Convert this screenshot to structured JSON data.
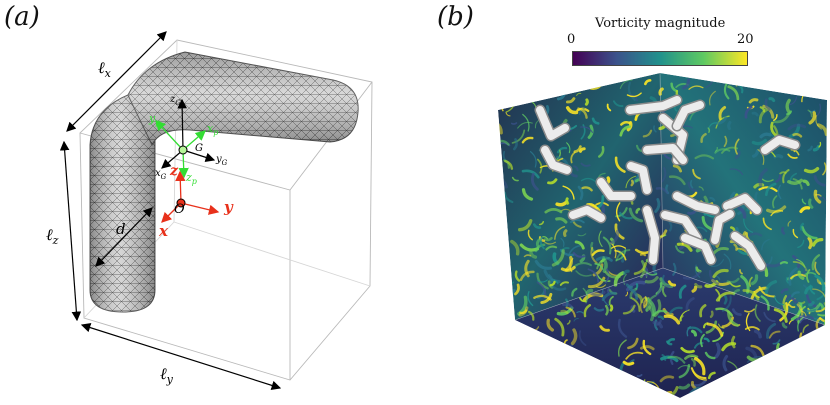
{
  "panel_a": {
    "label": "(a)",
    "labels": {
      "lx": "ℓ",
      "lx_sub": "x",
      "ly": "ℓ",
      "ly_sub": "y",
      "lz": "ℓ",
      "lz_sub": "z",
      "d": "d",
      "G": "G",
      "O": "O",
      "xG": "x",
      "xG_sub": "G",
      "yG": "y",
      "yG_sub": "G",
      "zG": "z",
      "zG_sub": "G",
      "xp": "x",
      "xp_sub": "p",
      "yp": "y",
      "yp_sub": "p",
      "zp": "z",
      "zp_sub": "p",
      "x": "x",
      "y": "y",
      "z": "z"
    },
    "colors": {
      "origin": "#e8311b",
      "particle_frame": "#33dd33",
      "body_frame": "#000000"
    }
  },
  "panel_b": {
    "label": "(b)",
    "colorbar": {
      "title": "Vorticity magnitude",
      "min": "0",
      "max": "20",
      "colormap": "viridis"
    }
  }
}
